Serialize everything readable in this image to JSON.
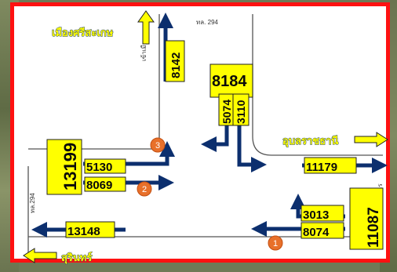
{
  "colors": {
    "frame": "#ff1111",
    "arrow_blue": "#0c2f6e",
    "label_yellow": "#ffff00",
    "badge_orange": "#e8702a",
    "road_line": "#555555"
  },
  "places": {
    "north": "เมืองศรีสะเกษ",
    "east": "อุบลราชธานี",
    "west": "สุรินทร์"
  },
  "road_labels": {
    "hwy_north": "ทล. 294",
    "hwy_west": "ทล.294",
    "side_road": "เข้าเมือง",
    "right_edge": "การ"
  },
  "counts": {
    "north_bound": "8142",
    "north_total": "8184",
    "north_left": "5074",
    "north_right": "3110",
    "west_total": "13199",
    "west_upper": "5130",
    "west_lower": "8069",
    "east_out": "11179",
    "south_total": "11087",
    "south_upper": "3013",
    "south_lower": "8074",
    "west_out": "13148"
  },
  "badges": [
    "1",
    "2",
    "3"
  ],
  "icons": {
    "direction_arrow": "yellow-arrow-icon",
    "flow_arrow": "blue-flow-arrow-icon"
  }
}
